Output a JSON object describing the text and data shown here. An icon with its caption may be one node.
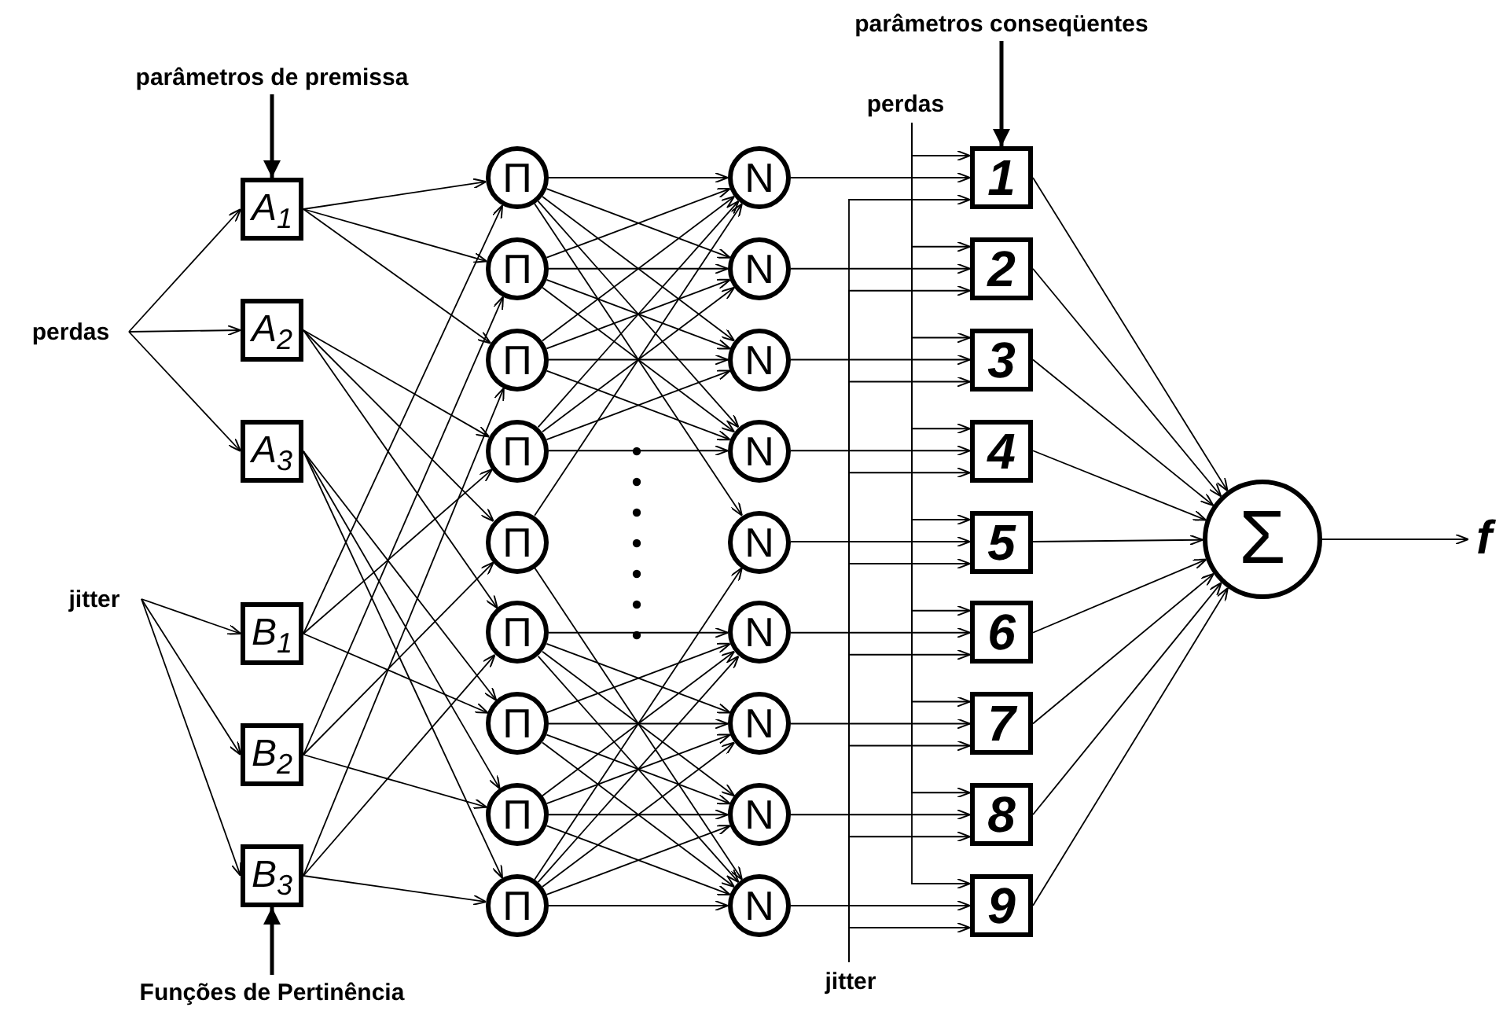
{
  "diagram": {
    "nodes": [
      {
        "text": [
          "perdas"
        ]
      },
      {
        "text": [
          "jitter"
        ]
      },
      {
        "text": [
          "A$_{1}$"
        ]
      },
      {
        "text": [
          "A$_{2}$"
        ]
      },
      {
        "text": [
          "A$_{3}$"
        ]
      },
      {
        "text": [
          "B$_{1}$"
        ]
      },
      {
        "text": [
          "B$_{2}$"
        ]
      },
      {
        "text": [
          "B$_{3}$"
        ]
      },
      {
        "text": [
          "Π"
        ]
      },
      {
        "text": [
          "Π"
        ]
      },
      {
        "text": [
          "Π"
        ]
      },
      {
        "text": [
          "Π"
        ]
      },
      {
        "text": [
          "Π"
        ]
      },
      {
        "text": [
          "Π"
        ]
      },
      {
        "text": [
          "Π"
        ]
      },
      {
        "text": [
          "Π"
        ]
      },
      {
        "text": [
          "Π"
        ]
      },
      {
        "text": [
          "N"
        ]
      },
      {
        "text": [
          "N"
        ]
      },
      {
        "text": [
          "N"
        ]
      },
      {
        "text": [
          "N"
        ]
      },
      {
        "text": [
          "N"
        ]
      },
      {
        "text": [
          "N"
        ]
      },
      {
        "text": [
          "N"
        ]
      },
      {
        "text": [
          "N"
        ]
      },
      {
        "text": [
          "N"
        ]
      },
      {
        "text": [
          "1"
        ]
      },
      {
        "text": [
          "2"
        ]
      },
      {
        "text": [
          "3"
        ]
      },
      {
        "text": [
          "4"
        ]
      },
      {
        "text": [
          "5"
        ]
      },
      {
        "text": [
          "6"
        ]
      },
      {
        "text": [
          "7"
        ]
      },
      {
        "text": [
          "8"
        ]
      },
      {
        "text": [
          "9"
        ]
      },
      {
        "text": [
          "Σ"
        ]
      },
      {
        "text": [
          "f"
        ]
      },
      {
        "text": [
          "perdas"
        ]
      },
      {
        "text": [
          "jitter"
        ]
      },
      {
        "text": [
          "parâmetros de premissa"
        ]
      },
      {
        "text": [
          "Funções de Pertinência"
        ]
      },
      {
        "text": [
          "parâmetros conseqüentes"
        ]
      }
    ],
    "edges": [
      {
        "from": 0,
        "to": 2,
        "arrow": "to"
      },
      {
        "from": 0,
        "to": 3,
        "arrow": "to"
      },
      {
        "from": 0,
        "to": 4,
        "arrow": "to"
      },
      {
        "from": 1,
        "to": 5,
        "arrow": "to"
      },
      {
        "from": 1,
        "to": 6,
        "arrow": "to"
      },
      {
        "from": 1,
        "to": 7,
        "arrow": "to"
      },
      {
        "from": 2,
        "to": 8,
        "arrow": "to"
      },
      {
        "from": 2,
        "to": 9,
        "arrow": "to"
      },
      {
        "from": 2,
        "to": 10,
        "arrow": "to"
      },
      {
        "from": 3,
        "to": 11,
        "arrow": "to"
      },
      {
        "from": 3,
        "to": 12,
        "arrow": "to"
      },
      {
        "from": 3,
        "to": 13,
        "arrow": "to"
      },
      {
        "from": 4,
        "to": 14,
        "arrow": "to"
      },
      {
        "from": 4,
        "to": 15,
        "arrow": "to"
      },
      {
        "from": 4,
        "to": 16,
        "arrow": "to"
      },
      {
        "from": 5,
        "to": 8,
        "arrow": "to"
      },
      {
        "from": 5,
        "to": 11,
        "arrow": "to"
      },
      {
        "from": 5,
        "to": 14,
        "arrow": "to"
      },
      {
        "from": 6,
        "to": 9,
        "arrow": "to"
      },
      {
        "from": 6,
        "to": 12,
        "arrow": "to"
      },
      {
        "from": 6,
        "to": 15,
        "arrow": "to"
      },
      {
        "from": 7,
        "to": 10,
        "arrow": "to"
      },
      {
        "from": 7,
        "to": 13,
        "arrow": "to"
      },
      {
        "from": 7,
        "to": 16,
        "arrow": "to"
      },
      {
        "from": 8,
        "to": 17,
        "arrow": "to"
      },
      {
        "from": 8,
        "to": 18,
        "arrow": "to"
      },
      {
        "from": 8,
        "to": 19,
        "arrow": "to"
      },
      {
        "from": 8,
        "to": 20,
        "arrow": "to"
      },
      {
        "from": 9,
        "to": 17,
        "arrow": "to"
      },
      {
        "from": 9,
        "to": 18,
        "arrow": "to"
      },
      {
        "from": 9,
        "to": 19,
        "arrow": "to"
      },
      {
        "from": 9,
        "to": 20,
        "arrow": "to"
      },
      {
        "from": 10,
        "to": 17,
        "arrow": "to"
      },
      {
        "from": 10,
        "to": 18,
        "arrow": "to"
      },
      {
        "from": 10,
        "to": 19,
        "arrow": "to"
      },
      {
        "from": 10,
        "to": 20,
        "arrow": "to"
      },
      {
        "from": 11,
        "to": 17,
        "arrow": "to"
      },
      {
        "from": 11,
        "to": 18,
        "arrow": "to"
      },
      {
        "from": 11,
        "to": 19,
        "arrow": "to"
      },
      {
        "from": 11,
        "to": 20,
        "arrow": "to"
      },
      {
        "from": 12,
        "to": 17,
        "arrow": "to"
      },
      {
        "from": 12,
        "to": 25,
        "arrow": "to"
      },
      {
        "from": 8,
        "to": 21,
        "arrow": "to"
      },
      {
        "from": 16,
        "to": 21,
        "arrow": "to"
      },
      {
        "from": 13,
        "to": 22,
        "arrow": "to"
      },
      {
        "from": 13,
        "to": 23,
        "arrow": "to"
      },
      {
        "from": 13,
        "to": 24,
        "arrow": "to"
      },
      {
        "from": 13,
        "to": 25,
        "arrow": "to"
      },
      {
        "from": 14,
        "to": 22,
        "arrow": "to"
      },
      {
        "from": 14,
        "to": 23,
        "arrow": "to"
      },
      {
        "from": 14,
        "to": 24,
        "arrow": "to"
      },
      {
        "from": 14,
        "to": 25,
        "arrow": "to"
      },
      {
        "from": 15,
        "to": 22,
        "arrow": "to"
      },
      {
        "from": 15,
        "to": 23,
        "arrow": "to"
      },
      {
        "from": 15,
        "to": 24,
        "arrow": "to"
      },
      {
        "from": 15,
        "to": 25,
        "arrow": "to"
      },
      {
        "from": 16,
        "to": 22,
        "arrow": "to"
      },
      {
        "from": 16,
        "to": 23,
        "arrow": "to"
      },
      {
        "from": 16,
        "to": 24,
        "arrow": "to"
      },
      {
        "from": 16,
        "to": 25,
        "arrow": "to"
      },
      {
        "from": 17,
        "to": 26,
        "arrow": "to"
      },
      {
        "from": 18,
        "to": 27,
        "arrow": "to"
      },
      {
        "from": 19,
        "to": 28,
        "arrow": "to"
      },
      {
        "from": 20,
        "to": 29,
        "arrow": "to"
      },
      {
        "from": 21,
        "to": 30,
        "arrow": "to"
      },
      {
        "from": 22,
        "to": 31,
        "arrow": "to"
      },
      {
        "from": 23,
        "to": 32,
        "arrow": "to"
      },
      {
        "from": 24,
        "to": 33,
        "arrow": "to"
      },
      {
        "from": 25,
        "to": 34,
        "arrow": "to"
      },
      {
        "from": 37,
        "to": 26,
        "arrow": "to"
      },
      {
        "from": 37,
        "to": 27,
        "arrow": "to"
      },
      {
        "from": 37,
        "to": 28,
        "arrow": "to"
      },
      {
        "from": 37,
        "to": 29,
        "arrow": "to"
      },
      {
        "from": 37,
        "to": 30,
        "arrow": "to"
      },
      {
        "from": 37,
        "to": 31,
        "arrow": "to"
      },
      {
        "from": 37,
        "to": 32,
        "arrow": "to"
      },
      {
        "from": 37,
        "to": 33,
        "arrow": "to"
      },
      {
        "from": 37,
        "to": 34,
        "arrow": "to"
      },
      {
        "from": 38,
        "to": 26,
        "arrow": "to"
      },
      {
        "from": 38,
        "to": 27,
        "arrow": "to"
      },
      {
        "from": 38,
        "to": 28,
        "arrow": "to"
      },
      {
        "from": 38,
        "to": 29,
        "arrow": "to"
      },
      {
        "from": 38,
        "to": 30,
        "arrow": "to"
      },
      {
        "from": 38,
        "to": 31,
        "arrow": "to"
      },
      {
        "from": 38,
        "to": 32,
        "arrow": "to"
      },
      {
        "from": 38,
        "to": 33,
        "arrow": "to"
      },
      {
        "from": 38,
        "to": 34,
        "arrow": "to"
      },
      {
        "from": 26,
        "to": 35,
        "arrow": "to"
      },
      {
        "from": 27,
        "to": 35,
        "arrow": "to"
      },
      {
        "from": 28,
        "to": 35,
        "arrow": "to"
      },
      {
        "from": 29,
        "to": 35,
        "arrow": "to"
      },
      {
        "from": 30,
        "to": 35,
        "arrow": "to"
      },
      {
        "from": 31,
        "to": 35,
        "arrow": "to"
      },
      {
        "from": 32,
        "to": 35,
        "arrow": "to"
      },
      {
        "from": 33,
        "to": 35,
        "arrow": "to"
      },
      {
        "from": 34,
        "to": 35,
        "arrow": "to"
      },
      {
        "from": 35,
        "to": 36,
        "arrow": "to"
      },
      {
        "from": 39,
        "to": 2,
        "arrow": "to",
        "style": "thick"
      },
      {
        "from": 40,
        "to": 7,
        "arrow": "to",
        "style": "thick"
      },
      {
        "from": 41,
        "to": 26,
        "arrow": "to",
        "style": "thick"
      }
    ]
  }
}
